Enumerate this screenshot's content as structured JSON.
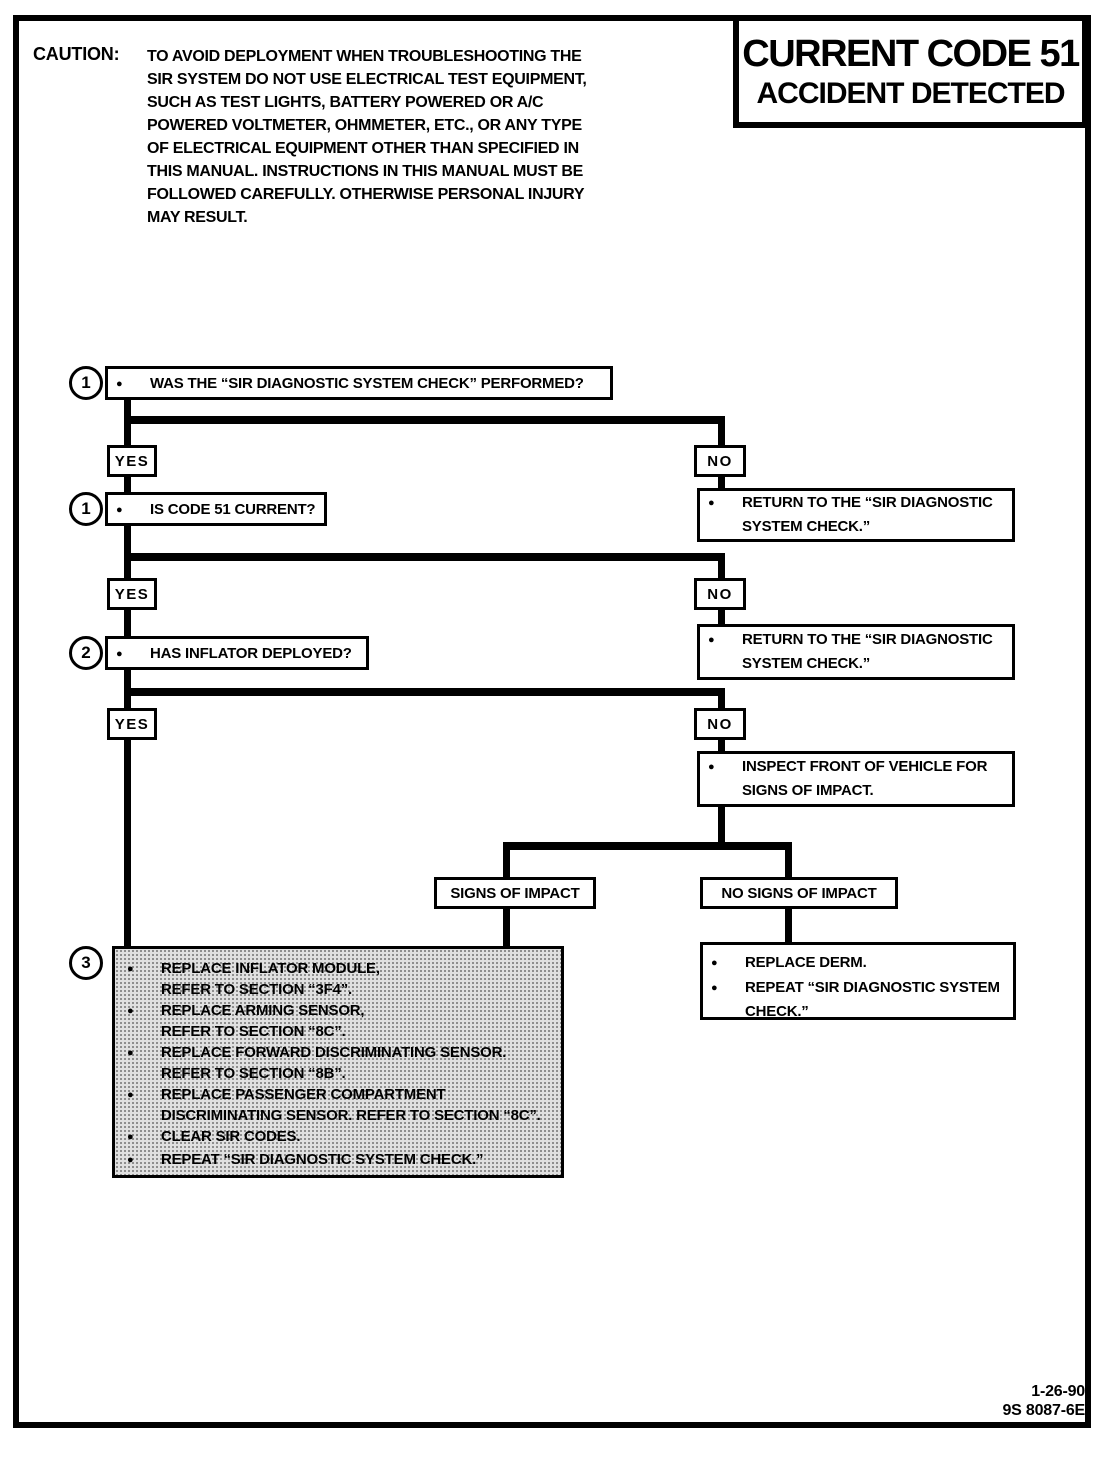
{
  "header": {
    "caution_label": "CAUTION:",
    "caution_text": "TO AVOID DEPLOYMENT WHEN TROUBLESHOOTING THE\nSIR SYSTEM DO NOT USE ELECTRICAL TEST EQUIPMENT,\nSUCH AS TEST LIGHTS, BATTERY POWERED OR A/C\nPOWERED VOLTMETER, OHMMETER, ETC., OR ANY TYPE\nOF ELECTRICAL EQUIPMENT OTHER THAN SPECIFIED IN\nTHIS MANUAL.  INSTRUCTIONS IN THIS MANUAL MUST BE\nFOLLOWED CAREFULLY.  OTHERWISE PERSONAL INJURY\nMAY RESULT.",
    "title_line1": "CURRENT CODE 51",
    "title_line2": "ACCIDENT DETECTED"
  },
  "flowchart": {
    "steps": {
      "q1": {
        "number": "1",
        "text": "WAS THE “SIR DIAGNOSTIC SYSTEM CHECK” PERFORMED?"
      },
      "q2": {
        "number": "1",
        "text": "IS CODE 51 CURRENT?"
      },
      "q3": {
        "number": "2",
        "text": "HAS INFLATOR DEPLOYED?"
      }
    },
    "labels": {
      "yes": "YES",
      "no": "NO",
      "signs_of_impact": "SIGNS OF IMPACT",
      "no_signs_of_impact": "NO SIGNS OF IMPACT"
    },
    "return_to_check": "RETURN TO THE “SIR DIAGNOSTIC\nSYSTEM CHECK.”",
    "inspect_front": "INSPECT FRONT OF VEHICLE FOR\nSIGNS OF IMPACT.",
    "action_box": {
      "number": "3",
      "items": [
        "REPLACE INFLATOR MODULE,\nREFER TO SECTION “3F4”.",
        "REPLACE ARMING SENSOR,\nREFER TO SECTION “8C”.",
        "REPLACE FORWARD DISCRIMINATING SENSOR.\nREFER TO SECTION “8B”.",
        "REPLACE PASSENGER COMPARTMENT\nDISCRIMINATING SENSOR.  REFER TO SECTION “8C”.",
        "CLEAR SIR CODES.",
        "REPEAT “SIR DIAGNOSTIC SYSTEM CHECK.”"
      ]
    },
    "derm_box": {
      "items": [
        "REPLACE DERM.",
        "REPEAT “SIR DIAGNOSTIC SYSTEM\nCHECK.”"
      ]
    }
  },
  "footer": {
    "date": "1-26-90",
    "doc_number": "9S 8087-6E"
  },
  "colors": {
    "ink": "#000000",
    "paper": "#ffffff",
    "shaded_box_fill": "#e0e0e0"
  }
}
